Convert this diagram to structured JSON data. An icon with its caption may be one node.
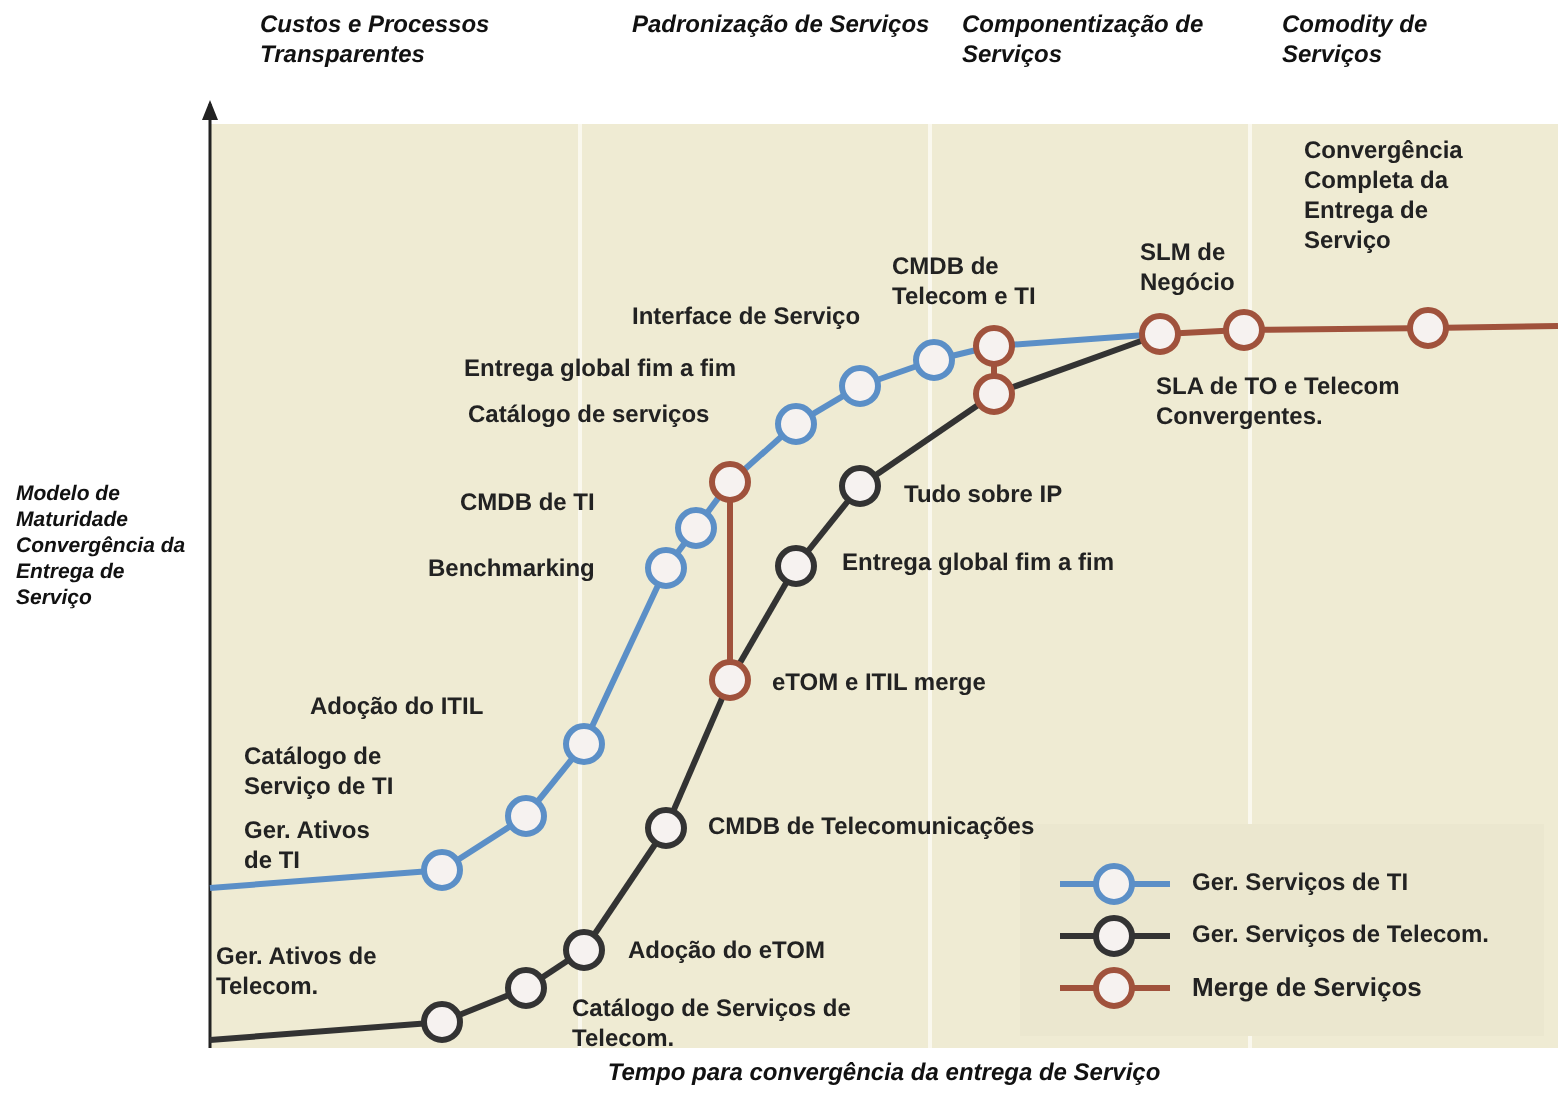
{
  "diagram": {
    "nodes": [
      {
        "text": [],
        "shape": "circle",
        "beside": [
          "Ger. Ativos de TI"
        ]
      },
      {
        "text": [],
        "shape": "circle"
      },
      {
        "text": [],
        "shape": "circle",
        "beside": [
          "Adoção do ITIL"
        ]
      },
      {
        "text": [],
        "shape": "circle",
        "beside": [
          "Benchmarking"
        ]
      },
      {
        "text": [],
        "shape": "circle",
        "beside": [
          "CMDB de TI"
        ]
      },
      {
        "text": [],
        "shape": "circle"
      },
      {
        "text": [],
        "shape": "circle"
      },
      {
        "text": [],
        "shape": "circle"
      },
      {
        "text": [],
        "shape": "circle",
        "beside": [
          "Interface de Serviço"
        ]
      },
      {
        "text": [],
        "shape": "circle",
        "beside": [
          "CMDB de Telecom e TI"
        ]
      },
      {
        "text": [],
        "shape": "circle",
        "beside": [
          "SLM de Negócio"
        ]
      },
      {
        "text": [],
        "shape": "circle",
        "beside": [
          "SLA de TO e Telecom Convergentes."
        ]
      },
      {
        "text": [],
        "shape": "circle",
        "beside": [
          "Convergência Completa da Entrega de Serviço"
        ]
      },
      {
        "text": [],
        "shape": "circle",
        "beside": [
          "Ger. Ativos de Telecom."
        ]
      },
      {
        "text": [],
        "shape": "circle",
        "beside": [
          "Catálogo de Serviços de Telecom."
        ]
      },
      {
        "text": [],
        "shape": "circle",
        "beside": [
          "Adoção do eTOM"
        ]
      },
      {
        "text": [],
        "shape": "circle",
        "beside": [
          "CMDB de Telecomunicações"
        ]
      },
      {
        "text": [],
        "shape": "circle",
        "beside": [
          "eTOM e  ITIL merge"
        ]
      },
      {
        "text": [],
        "shape": "circle",
        "beside": [
          "Entrega global fim a fim"
        ]
      },
      {
        "text": [],
        "shape": "circle",
        "beside": [
          "Tudo sobre IP"
        ]
      },
      {
        "text": [],
        "shape": "circle"
      }
    ],
    "edges": [
      {
        "from": null,
        "to": 0,
        "arrow": "none",
        "color": "#5b8fc7"
      },
      {
        "from": 0,
        "to": 1,
        "arrow": "none",
        "color": "#5b8fc7"
      },
      {
        "from": 1,
        "to": 2,
        "arrow": "none",
        "color": "#5b8fc7"
      },
      {
        "from": 2,
        "to": 3,
        "arrow": "none",
        "color": "#5b8fc7"
      },
      {
        "from": 3,
        "to": 4,
        "arrow": "none",
        "color": "#5b8fc7"
      },
      {
        "from": 4,
        "to": 5,
        "arrow": "none",
        "color": "#5b8fc7"
      },
      {
        "from": 5,
        "to": 6,
        "arrow": "none",
        "color": "#5b8fc7"
      },
      {
        "from": 6,
        "to": 7,
        "arrow": "none",
        "color": "#5b8fc7"
      },
      {
        "from": 7,
        "to": 8,
        "arrow": "none",
        "color": "#5b8fc7"
      },
      {
        "from": 8,
        "to": 9,
        "arrow": "none",
        "color": "#5b8fc7"
      },
      {
        "from": 9,
        "to": 10,
        "arrow": "none",
        "color": "#5b8fc7"
      },
      {
        "from": 10,
        "to": 11,
        "arrow": "none",
        "color": "#a0523c"
      },
      {
        "from": 11,
        "to": 12,
        "arrow": "none",
        "color": "#a0523c"
      },
      {
        "from": 12,
        "to": null,
        "arrow": "none",
        "color": "#a0523c"
      },
      {
        "from": null,
        "to": 13,
        "arrow": "none",
        "color": "#333333"
      },
      {
        "from": 13,
        "to": 14,
        "arrow": "none",
        "color": "#333333"
      },
      {
        "from": 14,
        "to": 15,
        "arrow": "none",
        "color": "#333333"
      },
      {
        "from": 15,
        "to": 16,
        "arrow": "none",
        "color": "#333333"
      },
      {
        "from": 16,
        "to": 17,
        "arrow": "none",
        "color": "#333333"
      },
      {
        "from": 17,
        "to": 18,
        "arrow": "none",
        "color": "#333333"
      },
      {
        "from": 18,
        "to": 19,
        "arrow": "none",
        "color": "#333333"
      },
      {
        "from": 19,
        "to": 20,
        "arrow": "none",
        "color": "#333333"
      },
      {
        "from": 20,
        "to": 10,
        "arrow": "none",
        "color": "#333333"
      },
      {
        "from": 5,
        "to": 17,
        "arrow": "none",
        "color": "#a0523c"
      },
      {
        "from": 9,
        "to": 20,
        "arrow": "none",
        "color": "#a0523c"
      }
    ],
    "labels": [
      "Custos e Processos Transparentes",
      "Padronização de Serviços",
      "Componentização de Serviços",
      "Comodity de Serviços",
      "Entrega global fim a fim",
      "Catálogo de serviços",
      "Modelo de Maturidade Convergência da Entrega de Serviço",
      "Catálogo de Serviço de TI",
      "Tempo para convergência da entrega de Serviço"
    ],
    "legend": [
      {
        "text": "Ger. Serviços de TI"
      },
      {
        "text": "Ger. Serviços de Telecom."
      },
      {
        "text": "Merge de Serviços"
      }
    ]
  }
}
